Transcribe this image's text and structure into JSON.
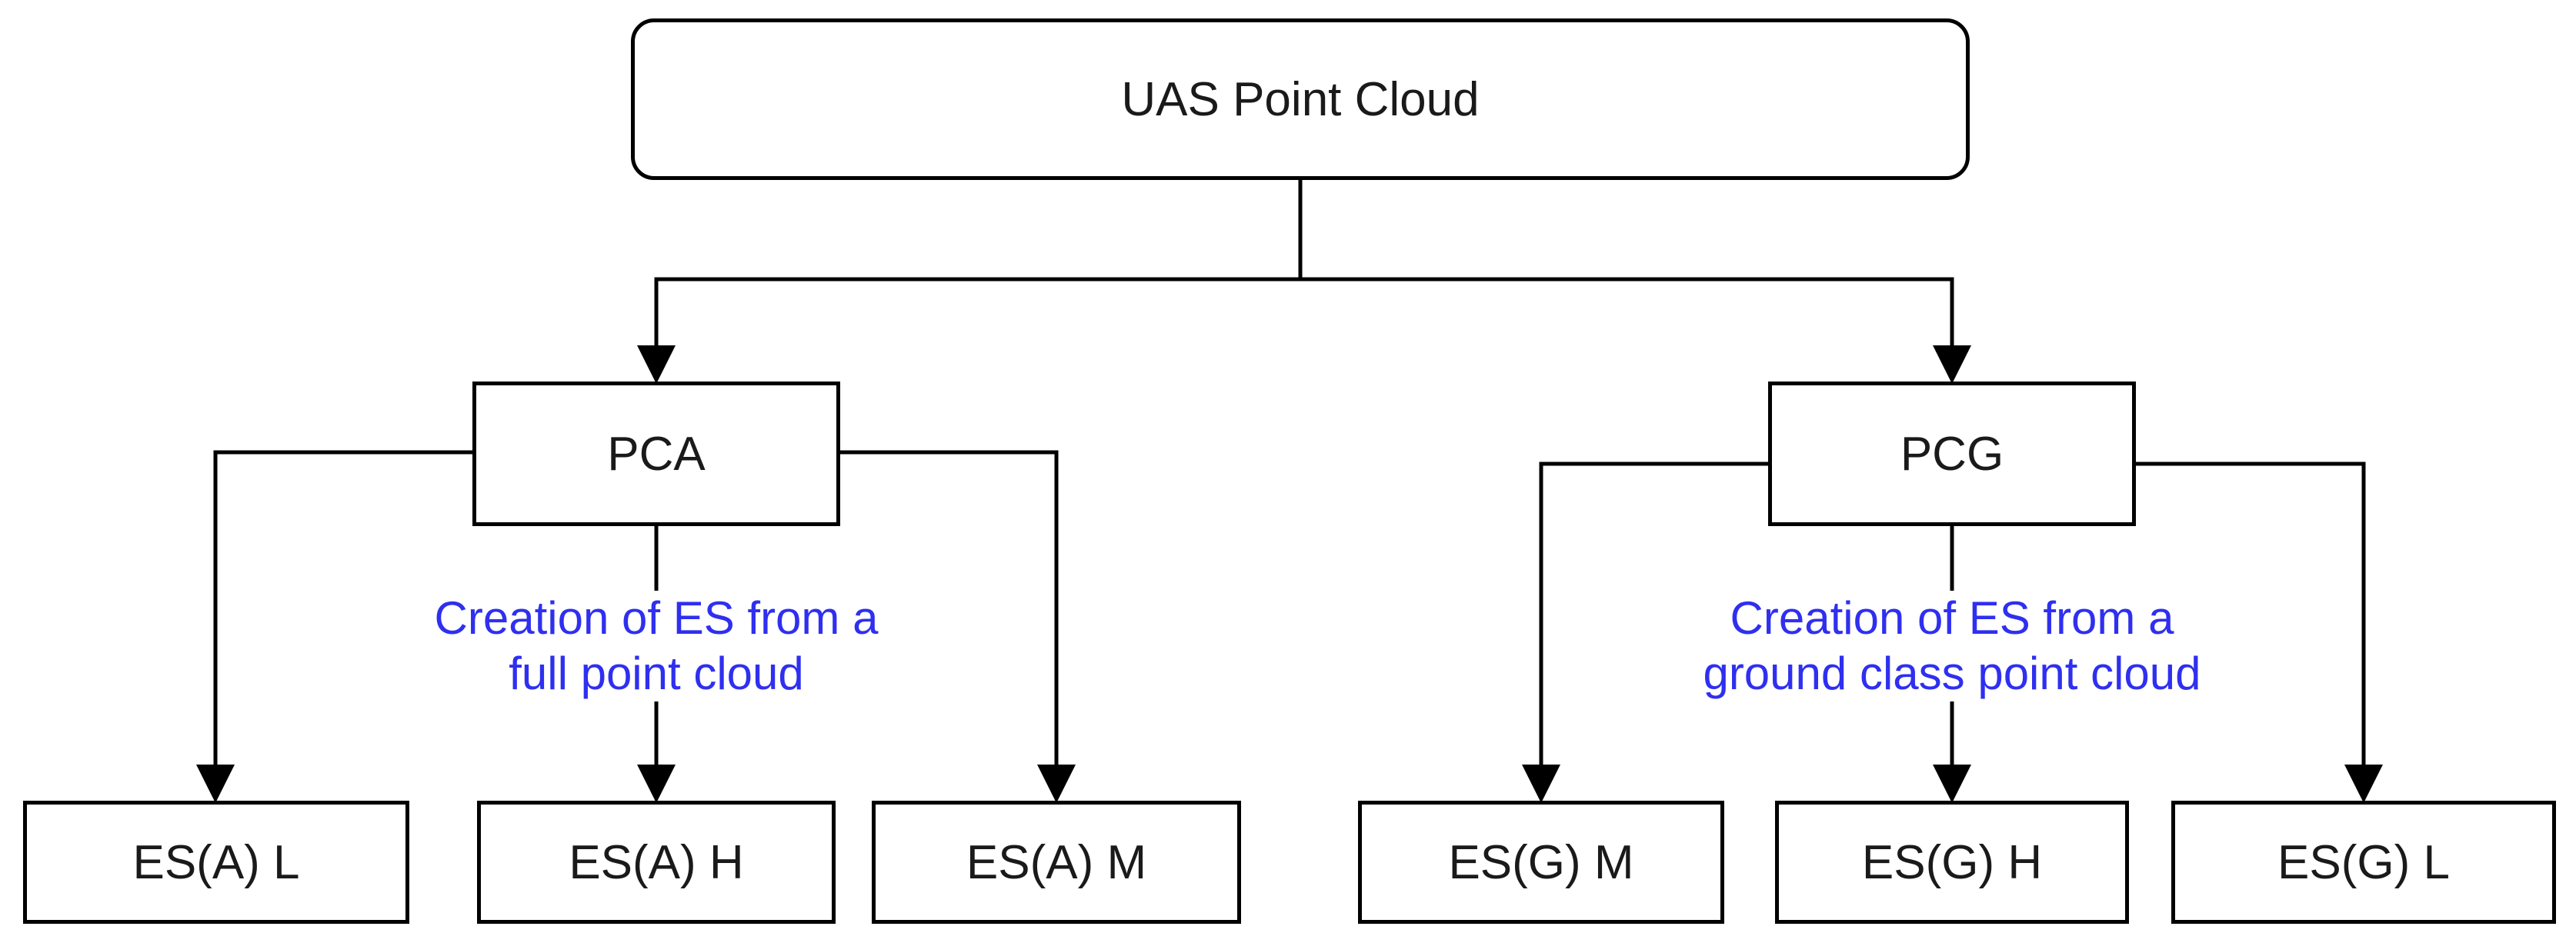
{
  "root": {
    "label": "UAS Point Cloud"
  },
  "branches": [
    {
      "label": "PCA",
      "annotation": {
        "line1": "Creation of ES from a",
        "line2": "full point cloud"
      },
      "children": [
        "ES(A) L",
        "ES(A) H",
        "ES(A) M"
      ]
    },
    {
      "label": "PCG",
      "annotation": {
        "line1": "Creation of ES from a",
        "line2": "ground class point cloud"
      },
      "children": [
        "ES(G) M",
        "ES(G) H",
        "ES(G) L"
      ]
    }
  ],
  "colors": {
    "line": "#000000",
    "node_border": "#000000",
    "node_text": "#1a1a1a",
    "annotation_text": "#2f2ff0",
    "background": "#ffffff"
  }
}
